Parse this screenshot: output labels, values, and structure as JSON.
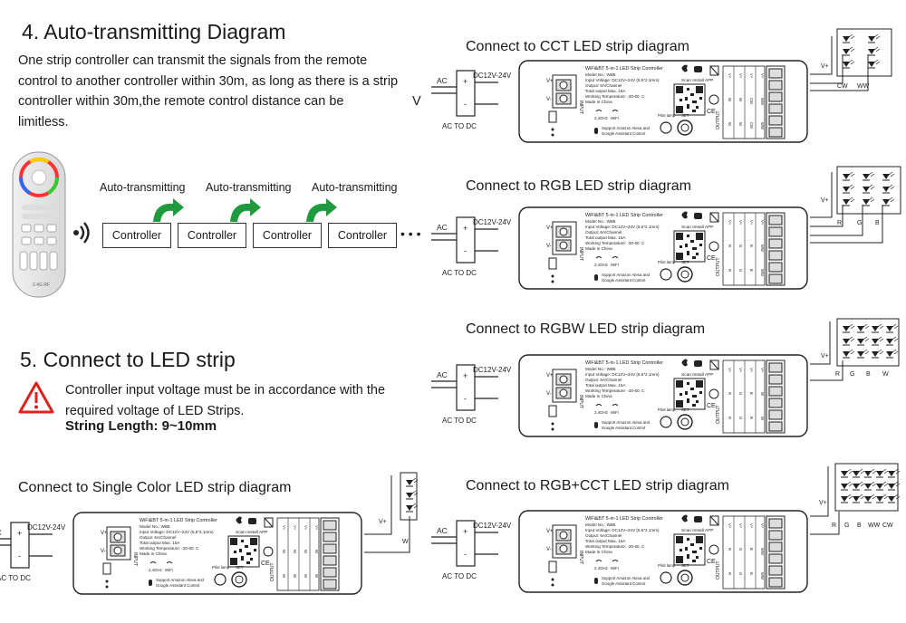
{
  "section4": {
    "title": "4. Auto-transmitting Diagram",
    "text_lines": [
      "One strip controller can transmit the signals from the remote",
      "control to another controller within 30m, as long as there is a strip",
      "controller within 30m,the remote control distance can be",
      "limitless."
    ],
    "stray_char": "V",
    "auto_label": "Auto-transmitting",
    "controller_label": "Controller",
    "ellipsis": "• • •",
    "remote_label": "2.4G RF"
  },
  "section5": {
    "title": "5. Connect to LED strip",
    "warning_lines": [
      "Controller input voltage must be in accordance with the",
      "required voltage of LED Strips."
    ],
    "string_length": "String Length: 9~10mm"
  },
  "device": {
    "name": "WiFi&BT 5-in-1 LED Strip Controller",
    "model": "Model No.: WB5",
    "input": "Input Voltage: DC12V~24V (5.5*2.1mm)",
    "output": "Output: 6A/Channel",
    "total": "Total output Max. 15A",
    "temp": "Working Temperature: -20-60. C",
    "made": "Made in China",
    "scan": "Scan Install APP",
    "rf": "2.4GHz",
    "wifi": "WiFi",
    "alexa1": "Support Amazon Alexa and",
    "alexa2": "Google Assistant Control",
    "pilot": "Pilot lamp",
    "set": "SET",
    "input_label": "INPUT",
    "output_label": "OUTPUT",
    "ac": "AC",
    "dc": "DC12V-24V",
    "acdc": "AC TO DC",
    "vplus": "V+",
    "vminus": "V-",
    "plus": "+",
    "minus": "-",
    "ce": "CE"
  },
  "diagrams": {
    "cct": {
      "title": "Connect to CCT LED strip diagram",
      "wires": [
        "V+",
        "CW",
        "WW"
      ]
    },
    "rgb": {
      "title": "Connect to RGB LED strip diagram",
      "wires": [
        "V+",
        "R",
        "G",
        "B"
      ]
    },
    "rgbw": {
      "title": "Connect to RGBW LED strip diagram",
      "wires": [
        "V+",
        "R",
        "G",
        "B",
        "W"
      ]
    },
    "rgbcct": {
      "title": "Connect to RGB+CCT LED strip diagram",
      "wires": [
        "V+",
        "R",
        "G",
        "B",
        "WW",
        "CW"
      ]
    },
    "single": {
      "title": "Connect to Single Color LED strip diagram",
      "wires": [
        "V+",
        "W"
      ]
    }
  },
  "terminal_labels": {
    "cct": [
      "W",
      "W",
      "CW",
      "WW"
    ],
    "rgb": [
      "R",
      "G",
      "B",
      "WW"
    ],
    "rgbw": [
      "R",
      "G",
      "B",
      "W"
    ],
    "rgbcct": [
      "R",
      "G",
      "B",
      "WW",
      "CW"
    ],
    "single": [
      "W",
      "W",
      "W",
      "W"
    ]
  }
}
